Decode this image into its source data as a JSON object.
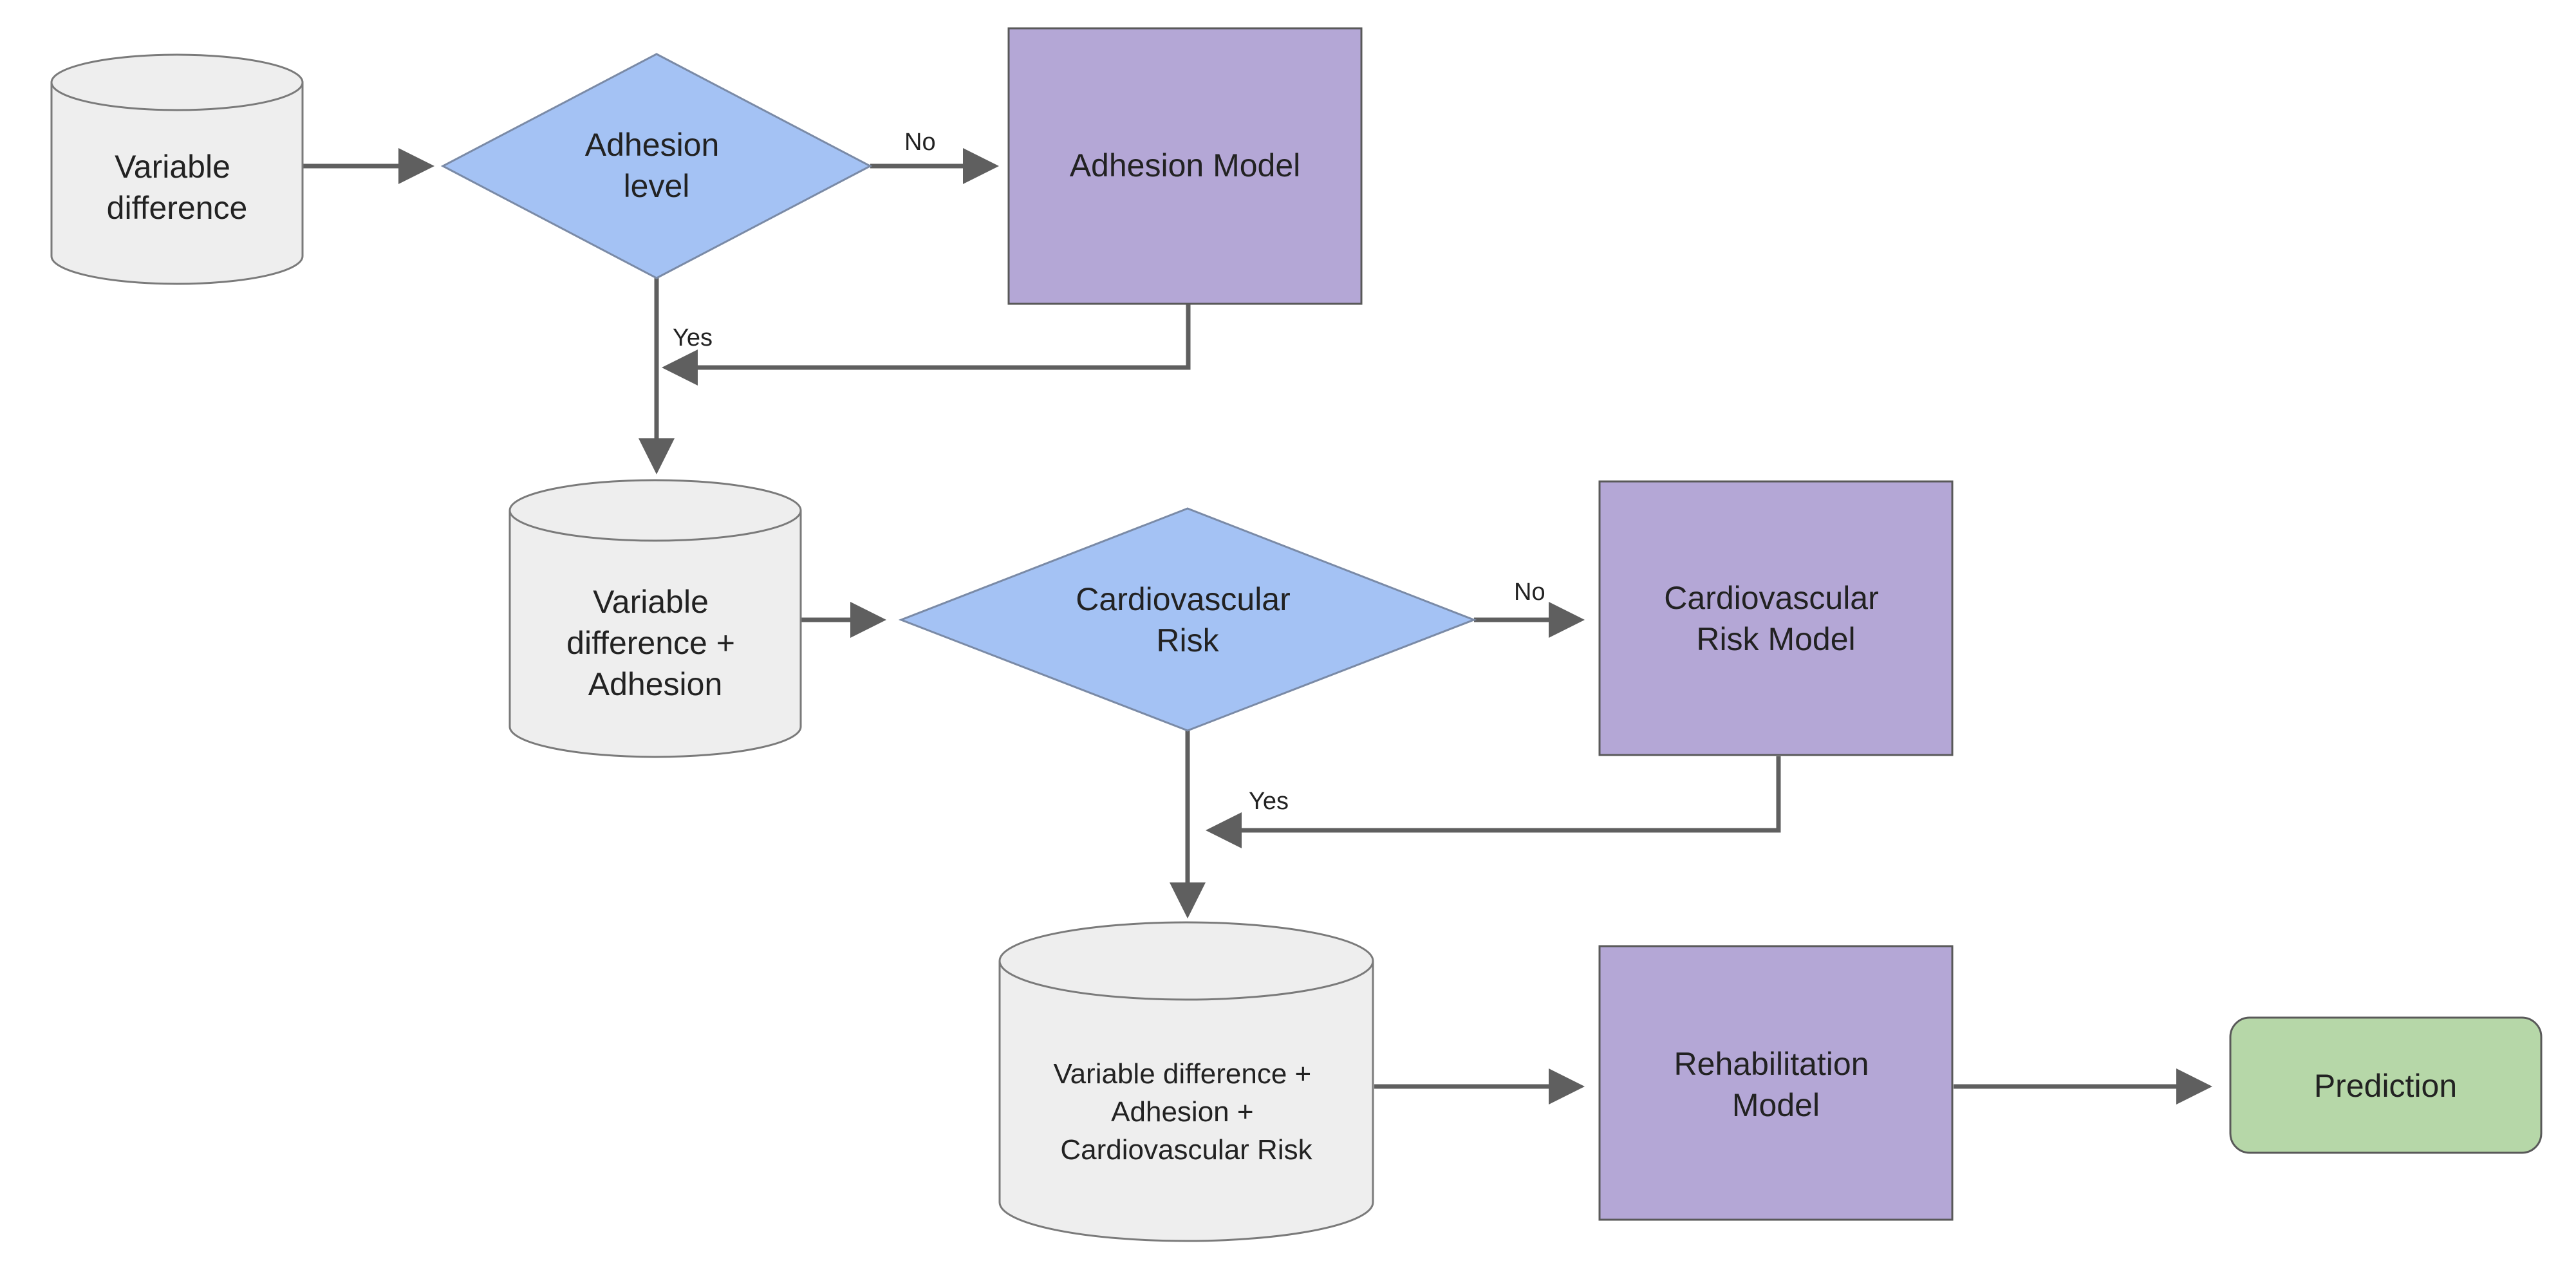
{
  "colors": {
    "data_store_fill": "#eeeeee",
    "decision_fill": "#a4c2f4",
    "model_fill": "#b4a7d6",
    "output_fill": "#b6d7a8",
    "connector": "#5f5f5f"
  },
  "nodes": {
    "store_variable_difference": [
      "Variable",
      "difference"
    ],
    "decision_adhesion_level": [
      "Adhesion",
      "level"
    ],
    "model_adhesion": [
      "Adhesion Model"
    ],
    "store_variable_adhesion": [
      "Variable",
      "difference +",
      "Adhesion"
    ],
    "decision_cardiovascular_risk": [
      "Cardiovascular",
      "Risk"
    ],
    "model_cardiovascular_risk": [
      "Cardiovascular",
      "Risk Model"
    ],
    "store_variable_adhesion_cv": [
      "Variable difference +",
      "Adhesion +",
      "Cardiovascular Risk"
    ],
    "model_rehabilitation": [
      "Rehabilitation",
      "Model"
    ],
    "output_prediction": [
      "Prediction"
    ]
  },
  "edges": {
    "adhesion_no": "No",
    "adhesion_yes": "Yes",
    "cardio_no": "No",
    "cardio_yes": "Yes"
  }
}
